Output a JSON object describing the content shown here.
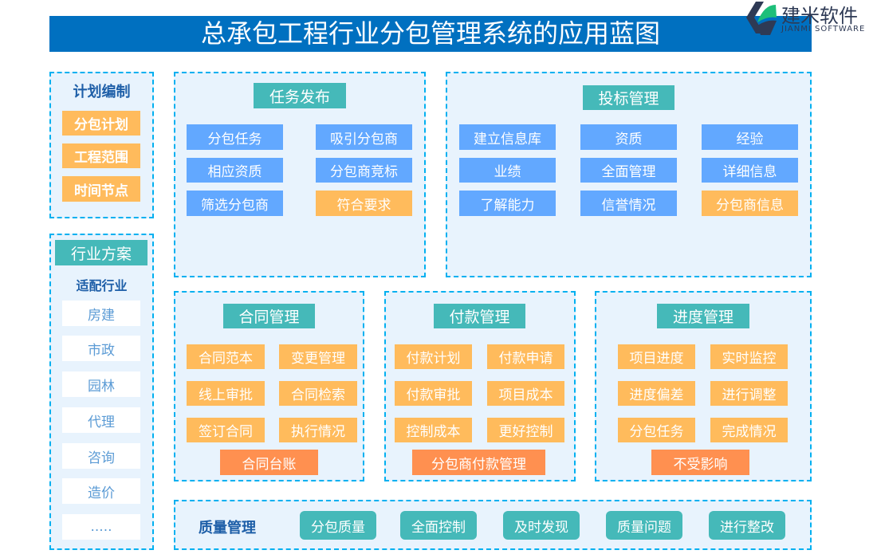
{
  "title": "总承包工程行业分包管理系统的应用蓝图",
  "logo": {
    "name": "建米软件",
    "sub": "JIANMI SOFTWARE"
  },
  "plan": {
    "title": "计划编制",
    "items": [
      "分包计划",
      "工程范围",
      "时间节点"
    ]
  },
  "industry": {
    "title": "行业方案",
    "subtitle": "适配行业",
    "items": [
      "房建",
      "市政",
      "园林",
      "代理",
      "咨询",
      "造价",
      "....."
    ]
  },
  "task": {
    "title": "任务发布",
    "items": [
      "分包任务",
      "吸引分包商",
      "相应资质",
      "分包商竞标",
      "筛选分包商",
      "符合要求"
    ]
  },
  "bid": {
    "title": "投标管理",
    "items": [
      "建立信息库",
      "资质",
      "经验",
      "业绩",
      "全面管理",
      "详细信息",
      "了解能力",
      "信誉情况",
      "分包商信息"
    ]
  },
  "contract": {
    "title": "合同管理",
    "items": [
      "合同范本",
      "变更管理",
      "线上审批",
      "合同检索",
      "签订合同",
      "执行情况"
    ],
    "bottom": "合同台账"
  },
  "payment": {
    "title": "付款管理",
    "items": [
      "付款计划",
      "付款申请",
      "付款审批",
      "项目成本",
      "控制成本",
      "更好控制"
    ],
    "bottom": "分包商付款管理"
  },
  "progress": {
    "title": "进度管理",
    "items": [
      "项目进度",
      "实时监控",
      "进度偏差",
      "进行调整",
      "分包任务",
      "完成情况"
    ],
    "bottom": "不受影响"
  },
  "quality": {
    "title": "质量管理",
    "items": [
      "分包质量",
      "全面控制",
      "及时发现",
      "质量问题",
      "进行整改"
    ]
  }
}
